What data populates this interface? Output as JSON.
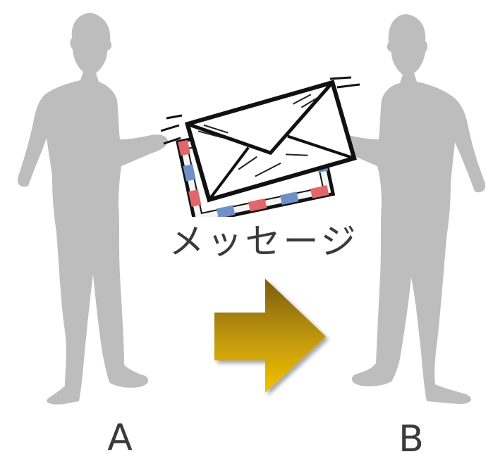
{
  "diagram": {
    "message_label": "メッセージ",
    "sender_label": "A",
    "receiver_label": "B"
  },
  "icons": {
    "person_left": "person-silhouette-icon",
    "person_right": "person-silhouette-icon",
    "envelopes": "envelope-icon",
    "arrow": "right-arrow-icon"
  },
  "colors": {
    "silhouette": "#bdbdbd",
    "text": "#3a3a3a",
    "arrow_top": "#7a5c0e",
    "arrow_bottom": "#f2c200",
    "envelope_outline": "#111111",
    "envelope_red": "#e2676a",
    "envelope_blue": "#6f90c6"
  }
}
